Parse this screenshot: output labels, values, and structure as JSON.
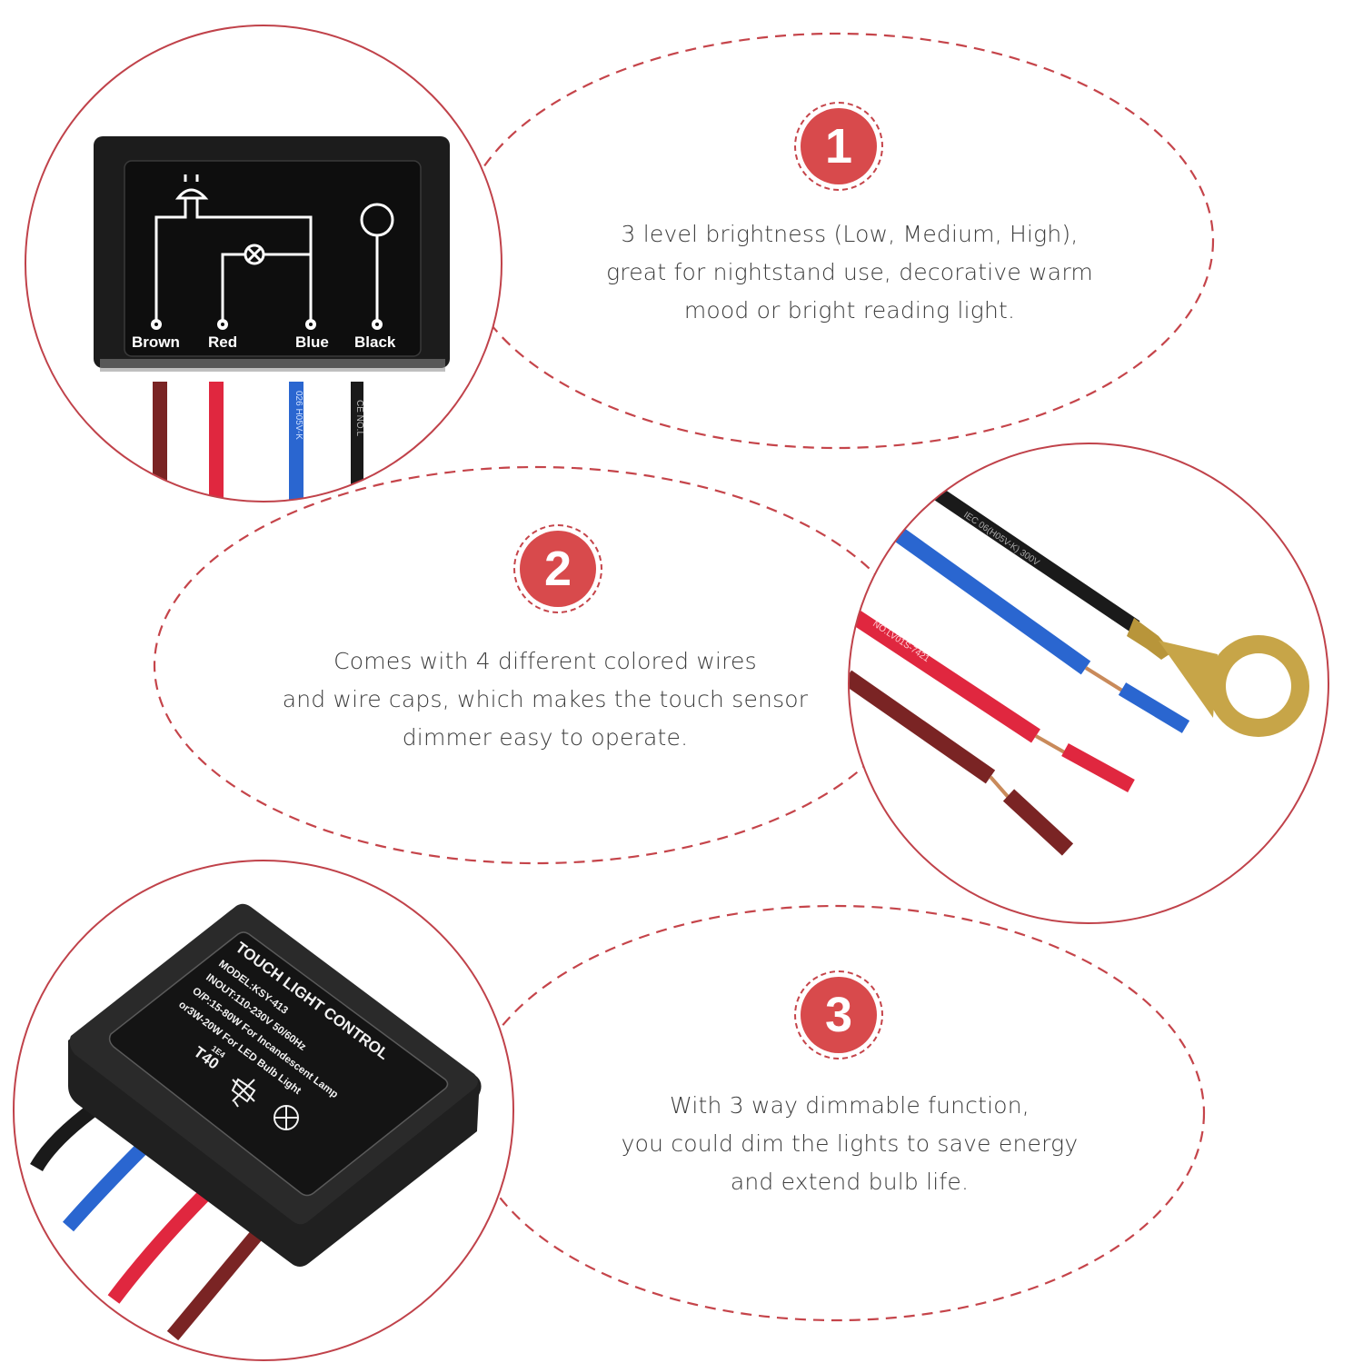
{
  "theme": {
    "accent": "#d84a4c",
    "circle_outline": "#c0424a",
    "text": "#3c3c3c",
    "background": "#ffffff"
  },
  "features": [
    {
      "number": "1",
      "lines": [
        "3 level brightness (Low, Medium, High),",
        "great for nightstand use, decorative warm",
        "mood or bright reading light."
      ]
    },
    {
      "number": "2",
      "lines": [
        "Comes with 4 different colored wires",
        "and wire caps, which makes the touch sensor",
        "dimmer easy to operate."
      ]
    },
    {
      "number": "3",
      "lines": [
        "With 3 way dimmable function,",
        "you could dim the lights to save energy",
        "and extend bulb life."
      ]
    }
  ],
  "product_top": {
    "terminal_labels": [
      "Brown",
      "Red",
      "Blue",
      "Black"
    ],
    "wire_colors": [
      "#7a2424",
      "#e0273f",
      "#2a66d0",
      "#1a1a1a"
    ],
    "wire_prints": {
      "blue": "026 H05V-K",
      "black": "CE NO.L"
    }
  },
  "product_wires": {
    "wire_colors": [
      "#1a1a1a",
      "#2a66d0",
      "#e0273f",
      "#7a2424"
    ],
    "wire_prints": {
      "black": "IEC 06(H05V-K) 300V",
      "red": "NO.LV01S-7421"
    },
    "terminal": "ring-terminal"
  },
  "product_bottom": {
    "label_title": "TOUCH LIGHT CONTROL",
    "label_lines": [
      "MODEL:KSY-413",
      "INOUT:110-230V  50/60Hz",
      "O/P:15-80W For Incandescent Lamp",
      "or3W-20W For LED Bulb Light"
    ],
    "rating_sup": "1E4",
    "rating": "T40"
  }
}
